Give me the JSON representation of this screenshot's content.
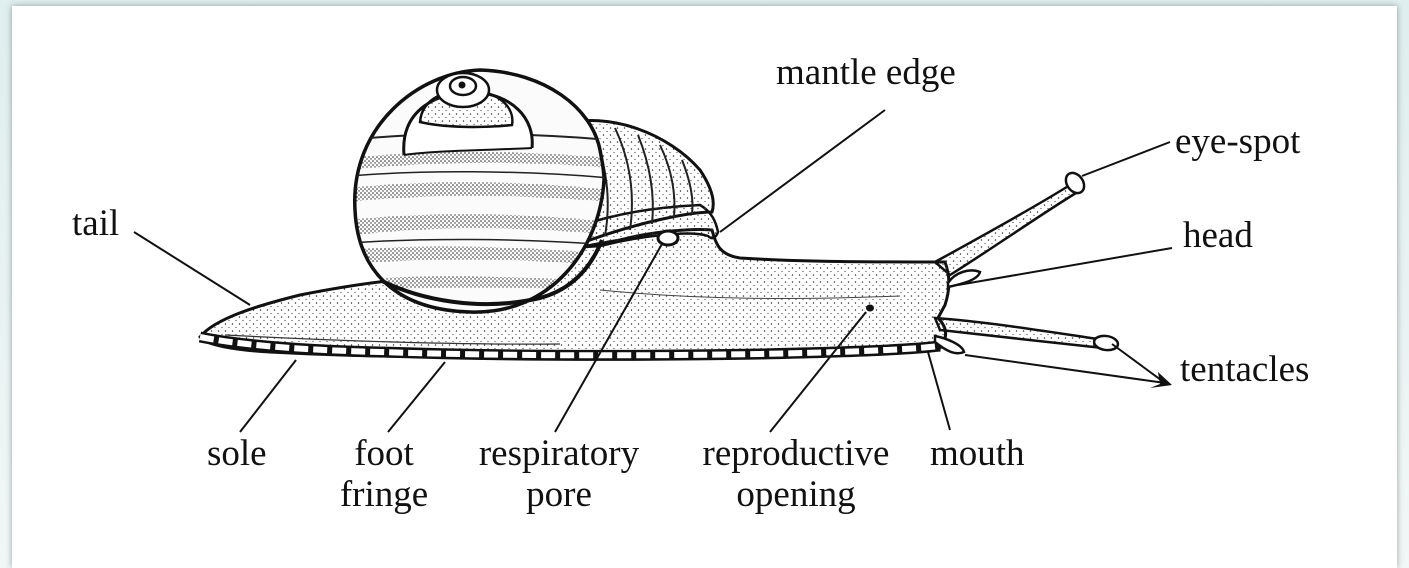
{
  "diagram": {
    "labels": {
      "mantle_edge": "mantle edge",
      "eye_spot": "eye-spot",
      "head": "head",
      "tail": "tail",
      "tentacles": "tentacles",
      "sole": "sole",
      "foot_fringe": [
        "foot",
        "fringe"
      ],
      "respiratory_pore": [
        "respiratory",
        "pore"
      ],
      "reproductive_opening": [
        "reproductive",
        "opening"
      ],
      "mouth": "mouth"
    }
  },
  "colors": {
    "page_background": "#e3f0f0",
    "paper": "#ffffff",
    "ink": "#111111"
  }
}
